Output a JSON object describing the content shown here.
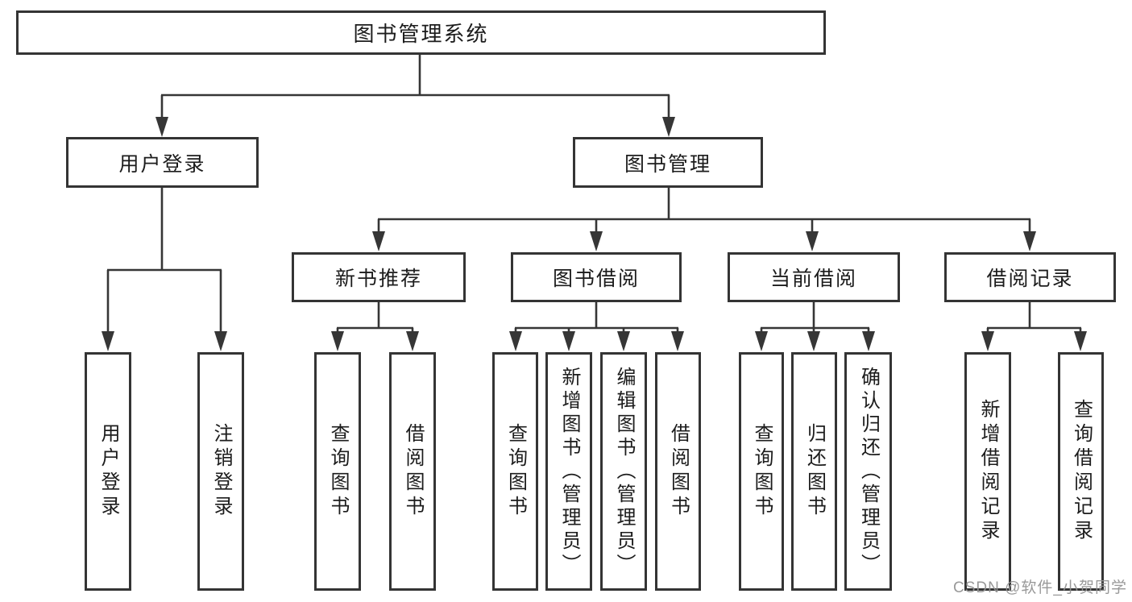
{
  "diagram": {
    "tree": {
      "label": "图书管理系统",
      "children": [
        {
          "label": "用户登录",
          "children": [
            {
              "label": "用户登录"
            },
            {
              "label": "注销登录"
            }
          ]
        },
        {
          "label": "图书管理",
          "children": [
            {
              "label": "新书推荐",
              "children": [
                {
                  "label": "查询图书"
                },
                {
                  "label": "借阅图书"
                }
              ]
            },
            {
              "label": "图书借阅",
              "children": [
                {
                  "label": "查询图书"
                },
                {
                  "label": "新增图书（管理员）"
                },
                {
                  "label": "编辑图书（管理员）"
                },
                {
                  "label": "借阅图书"
                }
              ]
            },
            {
              "label": "当前借阅",
              "children": [
                {
                  "label": "查询图书"
                },
                {
                  "label": "归还图书"
                },
                {
                  "label": "确认归还（管理员）"
                }
              ]
            },
            {
              "label": "借阅记录",
              "children": [
                {
                  "label": "新增借阅记录"
                },
                {
                  "label": "查询借阅记录"
                }
              ]
            }
          ]
        }
      ]
    },
    "colors": {
      "line": "#363636",
      "box_border": "#343434",
      "box_fill": "#ffffff",
      "text": "#1c1c1c",
      "background": "#ffffff",
      "watermark": "#949494"
    }
  },
  "watermark": {
    "text": "CSDN @软件_小贺同学"
  }
}
